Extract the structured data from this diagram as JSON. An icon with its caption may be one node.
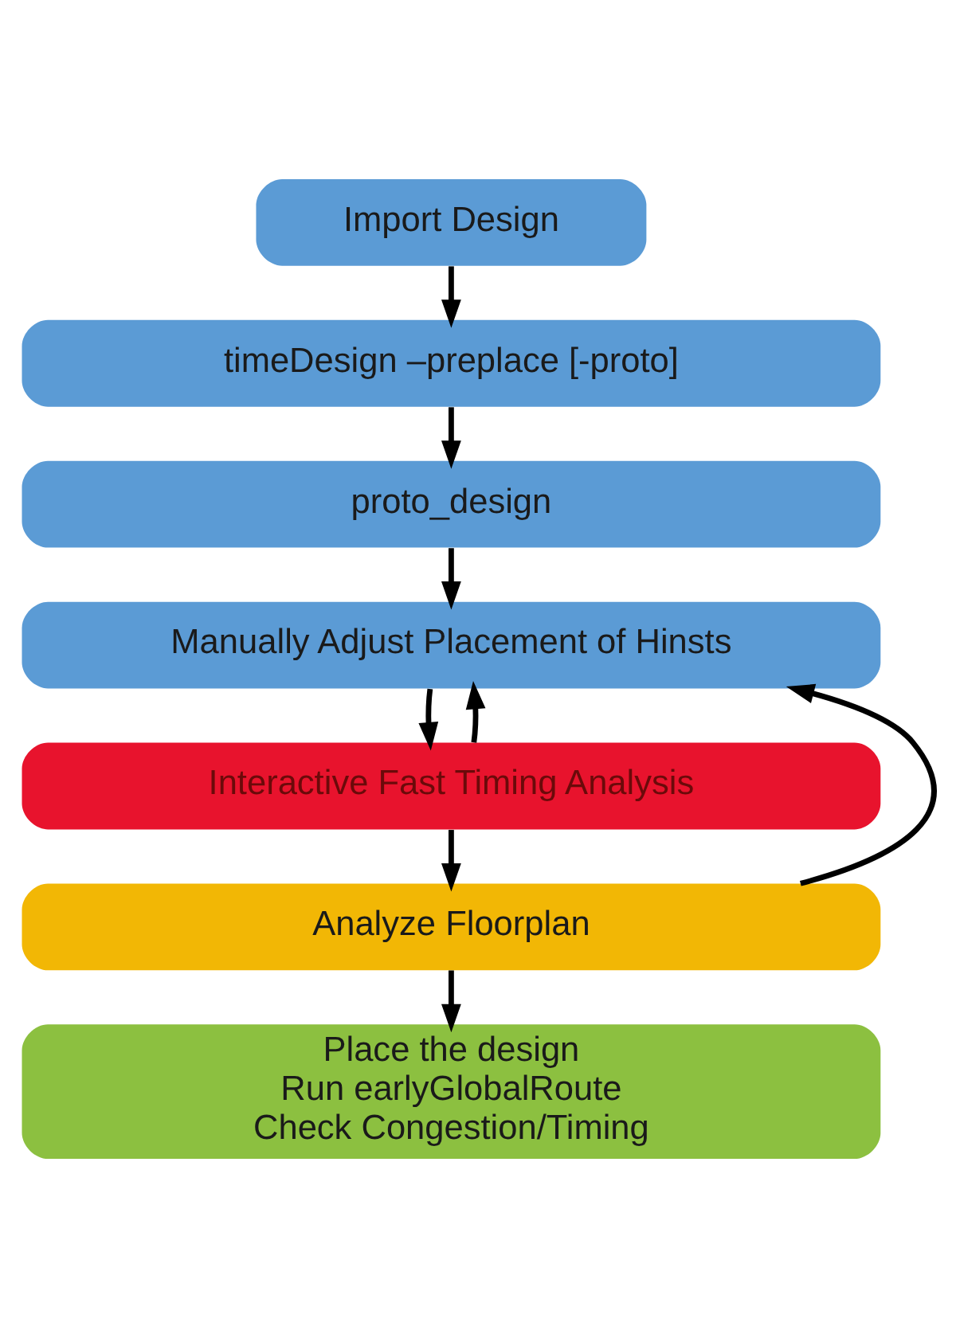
{
  "diagram": {
    "nodes": [
      {
        "text": [
          "Import Design"
        ]
      },
      {
        "text": [
          "timeDesign –preplace [-proto]"
        ]
      },
      {
        "text": [
          "proto_design"
        ]
      },
      {
        "text": [
          "Manually Adjust Placement of Hinsts"
        ]
      },
      {
        "text": [
          "Interactive Fast Timing Analysis"
        ]
      },
      {
        "text": [
          "Analyze Floorplan"
        ]
      },
      {
        "text": [
          "Place the design",
          "Run earlyGlobalRoute",
          "Check Congestion/Timing"
        ]
      }
    ],
    "edges": [
      {
        "from": 0,
        "to": 1,
        "arrow": "to"
      },
      {
        "from": 1,
        "to": 2,
        "arrow": "to"
      },
      {
        "from": 2,
        "to": 3,
        "arrow": "to"
      },
      {
        "from": 3,
        "to": 4,
        "arrow": "to"
      },
      {
        "from": 4,
        "to": 3,
        "arrow": "to"
      },
      {
        "from": 4,
        "to": 5,
        "arrow": "to"
      },
      {
        "from": 5,
        "to": 3,
        "arrow": "to"
      },
      {
        "from": 5,
        "to": 6,
        "arrow": "to"
      }
    ]
  }
}
